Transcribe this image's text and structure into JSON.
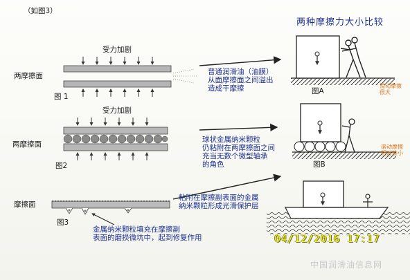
{
  "header": {
    "ref": "（如图3）",
    "title": "两种摩擦力大小比较"
  },
  "fig1": {
    "force_label": "受力加剧",
    "surface_label": "两摩擦面",
    "caption": "图 1",
    "note_lines": [
      "普通润滑油（油膜）",
      "从面摩擦面之间溢出",
      "造成干摩擦"
    ]
  },
  "fig2": {
    "force_label": "受力加剧",
    "surface_label": "两摩擦面",
    "caption": "图2",
    "note_lines": [
      "球状金属纳米颗粒",
      "仍粘附在两摩擦面之间",
      "充当无数个微型轴承",
      "的角色"
    ]
  },
  "fig3": {
    "surface_label": "摩擦面",
    "caption": "图3",
    "note_top_lines": [
      "粘附在摩擦副表面的金属",
      "纳米颗粒形成光滑保护层"
    ],
    "note_bottom_lines": [
      "金属纳米颗粒填充在摩擦副",
      "表面的磨损微坑中，起到修复作用"
    ]
  },
  "figA": {
    "caption": "图A",
    "side_lines": [
      "滑动摩擦",
      "很大"
    ]
  },
  "figB": {
    "caption": "图B",
    "side_lines": [
      "滚动摩擦",
      "相对较小"
    ]
  },
  "timestamp": "04/12/2016 17:17",
  "watermark": "中国润滑油信息网"
}
